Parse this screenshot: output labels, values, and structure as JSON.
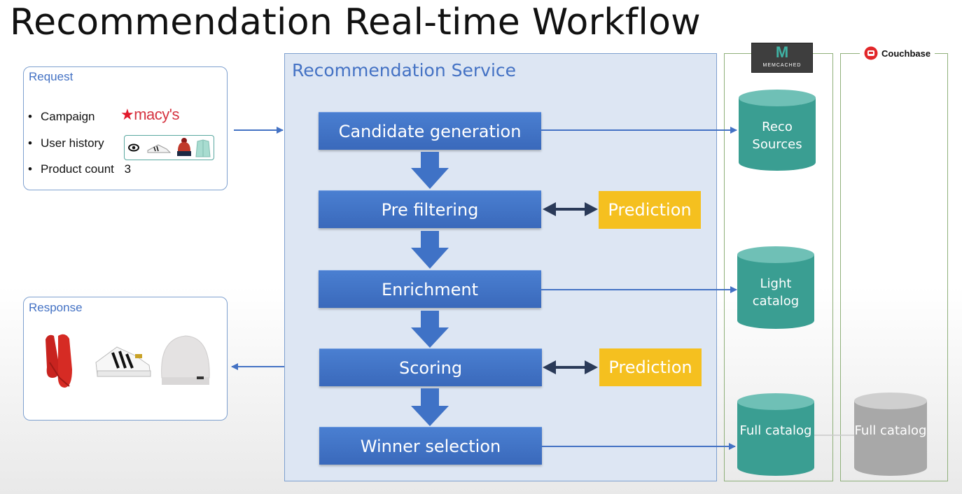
{
  "title": "Recommendation Real-time Workflow",
  "request": {
    "heading": "Request",
    "items": [
      {
        "label": "Campaign",
        "value": "macy's"
      },
      {
        "label": "User history"
      },
      {
        "label": "Product count",
        "value": "3"
      }
    ]
  },
  "response": {
    "heading": "Response"
  },
  "service": {
    "title": "Recommendation Service",
    "steps": [
      "Candidate generation",
      "Pre filtering",
      "Enrichment",
      "Scoring",
      "Winner selection"
    ],
    "prediction_label": "Prediction"
  },
  "stores": {
    "memcached_label": "MEMCACHED",
    "couchbase_label": "Couchbase",
    "reco_sources": "Reco Sources",
    "light_catalog": "Light catalog",
    "full_catalog": "Full catalog",
    "full_catalog_replica": "Full catalog"
  },
  "colors": {
    "accent_blue": "#4472c4",
    "step_blue": "#3f72c6",
    "prediction_yellow": "#f5c01f",
    "store_teal": "#3a9e92",
    "store_grey": "#a8a8a8",
    "macys_red": "#e11a2b"
  }
}
